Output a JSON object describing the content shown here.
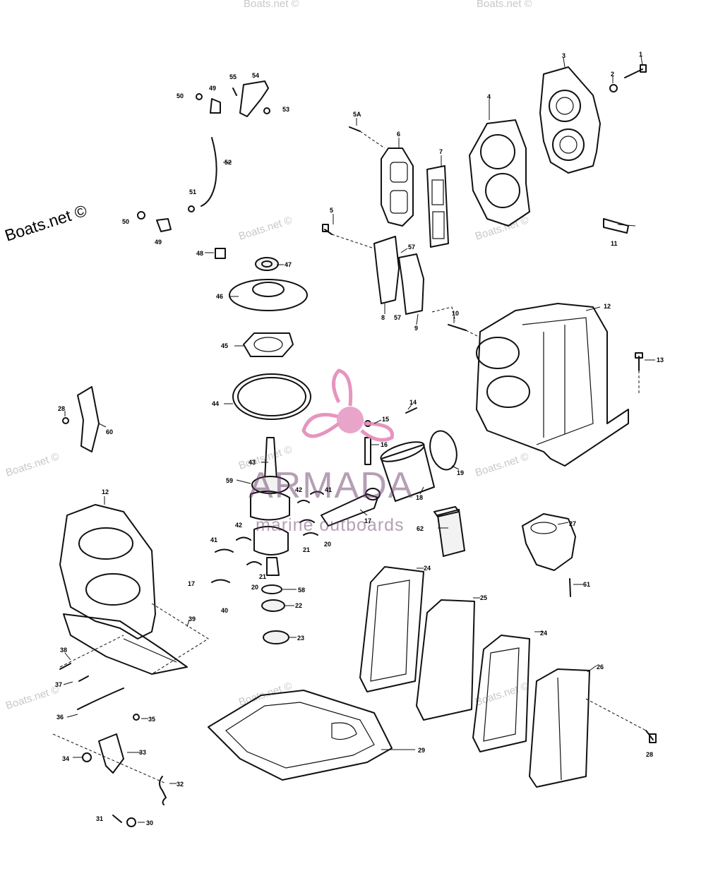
{
  "watermark": {
    "primary": "Boats.net ©",
    "secondary": "Boats.net ©"
  },
  "logo": {
    "title": "ARMADA",
    "subtitle": "marine outboards",
    "color": "#e38ab8"
  },
  "callouts": [
    {
      "id": "c1",
      "text": "1"
    },
    {
      "id": "c2",
      "text": "2"
    },
    {
      "id": "c3",
      "text": "3"
    },
    {
      "id": "c4",
      "text": "4"
    },
    {
      "id": "c5",
      "text": "5"
    },
    {
      "id": "c5a",
      "text": "5A"
    },
    {
      "id": "c6",
      "text": "6"
    },
    {
      "id": "c7",
      "text": "7"
    },
    {
      "id": "c8",
      "text": "8"
    },
    {
      "id": "c9",
      "text": "9"
    },
    {
      "id": "c10",
      "text": "10"
    },
    {
      "id": "c11",
      "text": "11"
    },
    {
      "id": "c12a",
      "text": "12"
    },
    {
      "id": "c12b",
      "text": "12"
    },
    {
      "id": "c13",
      "text": "13"
    },
    {
      "id": "c14",
      "text": "14"
    },
    {
      "id": "c15",
      "text": "15"
    },
    {
      "id": "c16",
      "text": "16"
    },
    {
      "id": "c17a",
      "text": "17"
    },
    {
      "id": "c17b",
      "text": "17"
    },
    {
      "id": "c18",
      "text": "18"
    },
    {
      "id": "c19",
      "text": "19"
    },
    {
      "id": "c20a",
      "text": "20"
    },
    {
      "id": "c20b",
      "text": "20"
    },
    {
      "id": "c21a",
      "text": "21"
    },
    {
      "id": "c21b",
      "text": "21"
    },
    {
      "id": "c22",
      "text": "22"
    },
    {
      "id": "c23",
      "text": "23"
    },
    {
      "id": "c24a",
      "text": "24"
    },
    {
      "id": "c24b",
      "text": "24"
    },
    {
      "id": "c25",
      "text": "25"
    },
    {
      "id": "c26",
      "text": "26"
    },
    {
      "id": "c27",
      "text": "27"
    },
    {
      "id": "c28a",
      "text": "28"
    },
    {
      "id": "c28b",
      "text": "28"
    },
    {
      "id": "c29",
      "text": "29"
    },
    {
      "id": "c30",
      "text": "30"
    },
    {
      "id": "c31",
      "text": "31"
    },
    {
      "id": "c32",
      "text": "32"
    },
    {
      "id": "c33",
      "text": "33"
    },
    {
      "id": "c34",
      "text": "34"
    },
    {
      "id": "c35",
      "text": "35"
    },
    {
      "id": "c36",
      "text": "36"
    },
    {
      "id": "c37",
      "text": "37"
    },
    {
      "id": "c38",
      "text": "38"
    },
    {
      "id": "c39",
      "text": "39"
    },
    {
      "id": "c40",
      "text": "40"
    },
    {
      "id": "c41a",
      "text": "41"
    },
    {
      "id": "c41b",
      "text": "41"
    },
    {
      "id": "c42a",
      "text": "42"
    },
    {
      "id": "c42b",
      "text": "42"
    },
    {
      "id": "c43",
      "text": "43"
    },
    {
      "id": "c44",
      "text": "44"
    },
    {
      "id": "c45",
      "text": "45"
    },
    {
      "id": "c46",
      "text": "46"
    },
    {
      "id": "c47",
      "text": "47"
    },
    {
      "id": "c48",
      "text": "48"
    },
    {
      "id": "c49a",
      "text": "49"
    },
    {
      "id": "c49b",
      "text": "49"
    },
    {
      "id": "c50a",
      "text": "50"
    },
    {
      "id": "c50b",
      "text": "50"
    },
    {
      "id": "c51",
      "text": "51"
    },
    {
      "id": "c52",
      "text": "52"
    },
    {
      "id": "c53",
      "text": "53"
    },
    {
      "id": "c54",
      "text": "54"
    },
    {
      "id": "c55",
      "text": "55"
    },
    {
      "id": "c57a",
      "text": "57"
    },
    {
      "id": "c57b",
      "text": "57"
    },
    {
      "id": "c58",
      "text": "58"
    },
    {
      "id": "c59",
      "text": "59"
    },
    {
      "id": "c60",
      "text": "60"
    },
    {
      "id": "c61",
      "text": "61"
    },
    {
      "id": "c62",
      "text": "62"
    }
  ]
}
